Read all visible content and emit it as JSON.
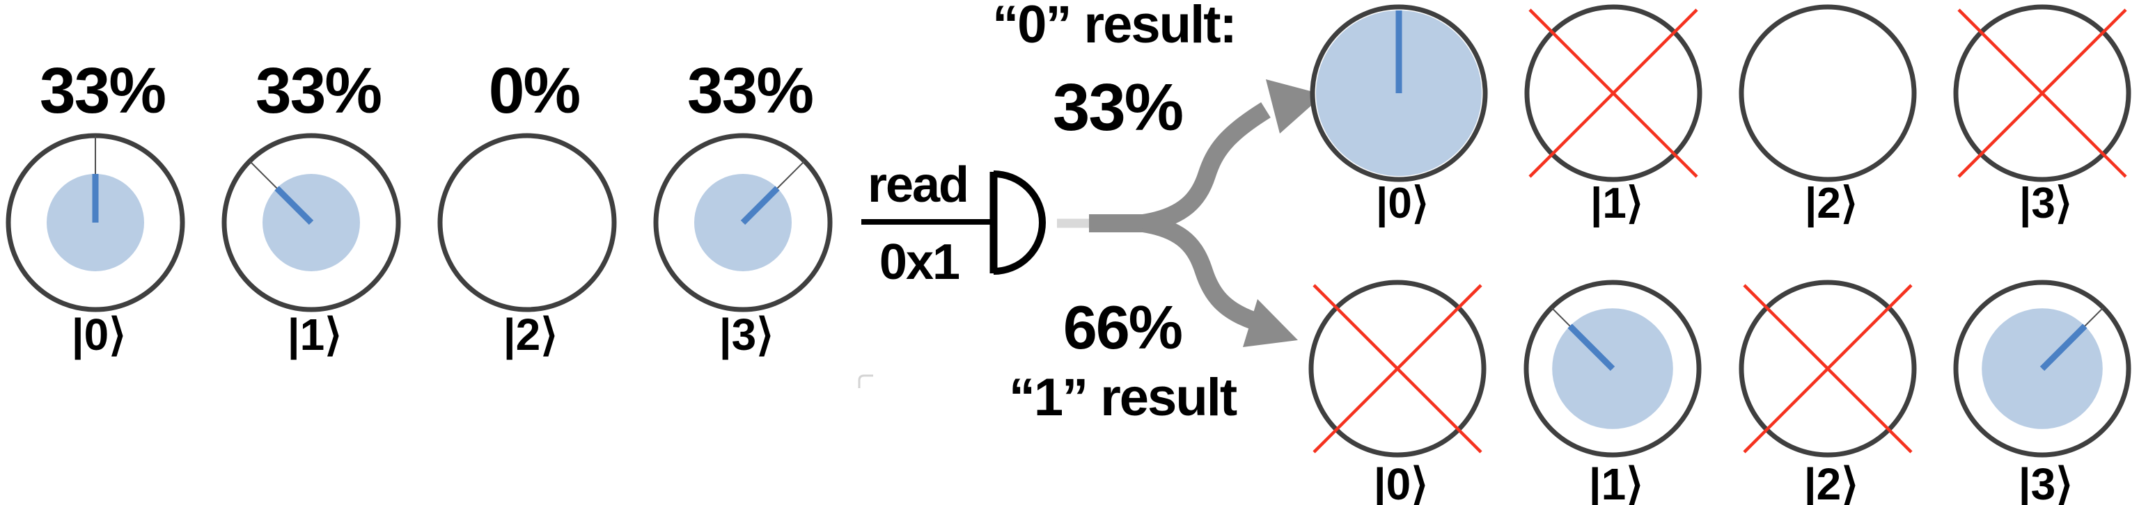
{
  "palette": {
    "circle_outline": "#3f3f3f",
    "amplitude_fill": "#b9cde4",
    "phase_line": "#4a80c4",
    "radius_line": "#4d4d4d",
    "cross_red": "#f5321f",
    "arrow_gray": "#8b8b8b",
    "wire_gray": "#d9d9d9",
    "text": "#000000"
  },
  "input_register": {
    "states": [
      {
        "ket": "|0⟩",
        "percent": "33%",
        "fill": 0.56,
        "phase_deg": 90,
        "crossed": false
      },
      {
        "ket": "|1⟩",
        "percent": "33%",
        "fill": 0.56,
        "phase_deg": 135,
        "crossed": false
      },
      {
        "ket": "|2⟩",
        "percent": "0%",
        "fill": 0,
        "phase_deg": 90,
        "crossed": false
      },
      {
        "ket": "|3⟩",
        "percent": "33%",
        "fill": 0.56,
        "phase_deg": 45,
        "crossed": false
      }
    ]
  },
  "gate": {
    "name": "read",
    "operand": "0x1"
  },
  "outcome_zero": {
    "heading": "“0” result:",
    "probability": "33%",
    "states": [
      {
        "ket": "|0⟩",
        "fill": 1,
        "phase_deg": 90,
        "crossed": false
      },
      {
        "ket": "|1⟩",
        "fill": 0,
        "phase_deg": 0,
        "crossed": true
      },
      {
        "ket": "|2⟩",
        "fill": 0,
        "phase_deg": 0,
        "crossed": false
      },
      {
        "ket": "|3⟩",
        "fill": 0,
        "phase_deg": 0,
        "crossed": true
      }
    ]
  },
  "outcome_one": {
    "probability": "66%",
    "heading": "“1” result",
    "states": [
      {
        "ket": "|0⟩",
        "fill": 0,
        "phase_deg": 0,
        "crossed": true
      },
      {
        "ket": "|1⟩",
        "fill": 0.7,
        "phase_deg": 135,
        "crossed": false
      },
      {
        "ket": "|2⟩",
        "fill": 0,
        "phase_deg": 0,
        "crossed": true
      },
      {
        "ket": "|3⟩",
        "fill": 0.7,
        "phase_deg": 45,
        "crossed": false
      }
    ]
  }
}
